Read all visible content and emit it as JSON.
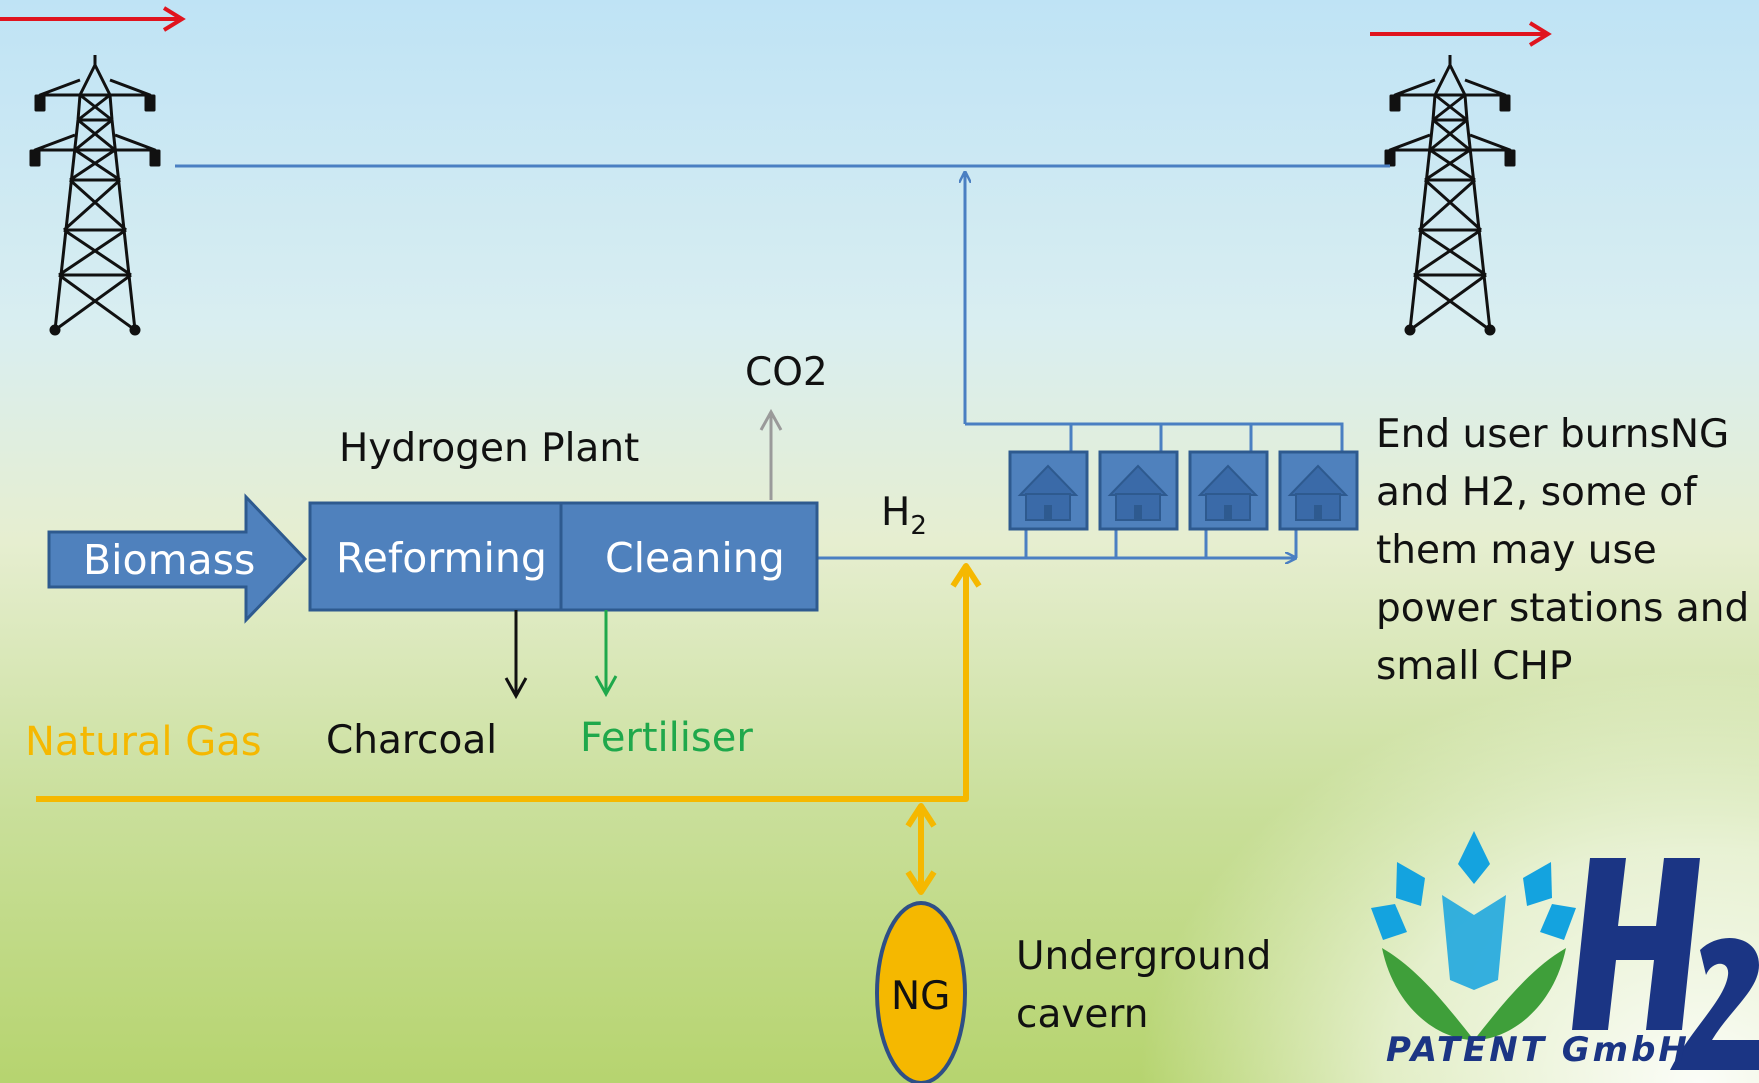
{
  "labels": {
    "co2": "CO2",
    "hydrogen_plant": "Hydrogen Plant",
    "biomass": "Biomass",
    "reforming": "Reforming",
    "cleaning": "Cleaning",
    "h2_main": "H",
    "h2_sub": "2",
    "natural_gas": "Natural Gas",
    "charcoal": "Charcoal",
    "fertiliser": "Fertiliser",
    "ng": "NG",
    "underground_line1": "Underground",
    "underground_line2": "cavern",
    "end_user_lines": [
      "End user burnsNG",
      "and H2, some of",
      "them may use",
      "power stations and",
      "small CHP"
    ]
  },
  "logo": {
    "h2_text": "H2",
    "company": "PATENT GmbH"
  },
  "colors": {
    "box_fill": "#4f81bd",
    "box_stroke": "#2e5a8f",
    "grid_line": "#4a7fc2",
    "gas_line": "#f5b800",
    "power_arrow": "#e0141e",
    "charcoal_arrow": "#111111",
    "fertiliser_arrow": "#1fa84b",
    "co2_arrow": "#9a9a9a",
    "logo_navy": "#1b3584",
    "logo_cyan": "#14a3df",
    "logo_green": "#3f9f3a"
  },
  "icons": {
    "pylon": "pylon-icon",
    "house": "house-icon",
    "logo": "h2-patent-logo"
  },
  "house_count": 4
}
